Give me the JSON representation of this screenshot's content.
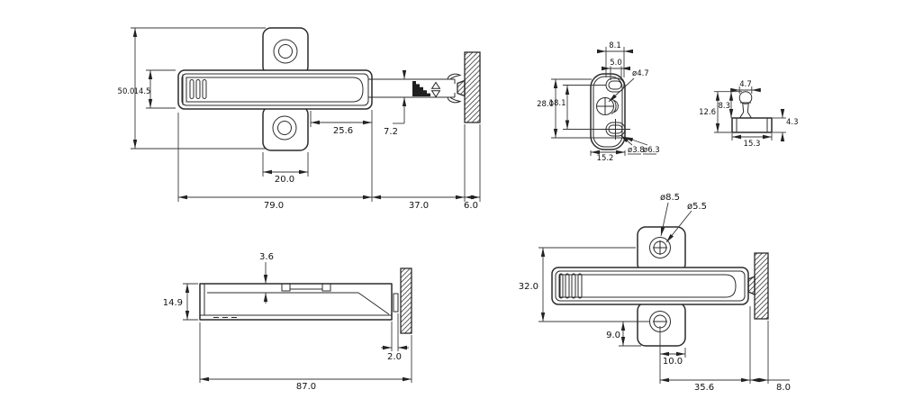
{
  "drawing": {
    "background": "#ffffff",
    "line_color": "#2b2b2b",
    "dim_color": "#3a3a3a",
    "views": {
      "side_extended": {
        "dims": {
          "overall_height": "50.0",
          "body_height": "14.5",
          "inset": "25.6",
          "plunger_height": "7.2",
          "flange_width": "20.0",
          "body_length": "79.0",
          "extension": "37.0",
          "panel_thickness": "6.0"
        }
      },
      "mount_plate": {
        "dims": {
          "slot_outer_width": "8.1",
          "slot_inner_width": "5.0",
          "center_hole_dia": "ø4.7",
          "outer_span": "28.0",
          "hole_span": "18.1",
          "plate_width": "15.2",
          "pilot_hole_dia": "ø3.8",
          "counterbore_dia": "ø6.3"
        }
      },
      "catch_stud": {
        "dims": {
          "ball_dia": "4.7",
          "stud_height": "8.3",
          "overall_height": "12.6",
          "base_width": "15.3",
          "base_height": "4.3"
        }
      },
      "top_view": {
        "dims": {
          "notch_depth": "3.6",
          "body_height": "14.9",
          "gap": "2.0",
          "overall_length": "87.0"
        }
      },
      "side_retracted": {
        "dims": {
          "hole_outer_dia": "ø8.5",
          "hole_inner_dia": "ø5.5",
          "hole_spacing": "32.0",
          "hole_to_edge": "9.0",
          "hole_offset": "10.0",
          "body_to_wall": "35.6",
          "panel_thickness": "8.0"
        }
      }
    }
  }
}
